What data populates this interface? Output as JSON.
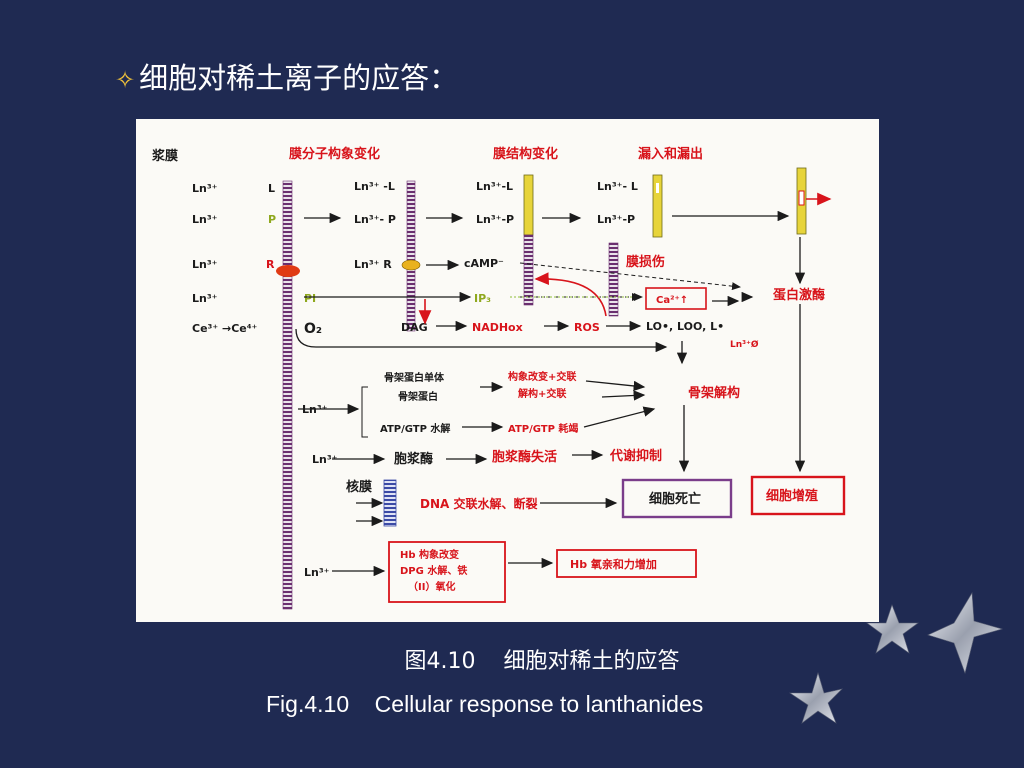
{
  "title": "细胞对稀土离子的应答：",
  "colors": {
    "red": "#d8141b",
    "dark": "#1b1b1b",
    "yellow": "#e7d43a",
    "purple": "#7a3d8a",
    "blue": "#3b4aa5",
    "green": "#8fbf3a"
  },
  "diagram": {
    "headers": {
      "membrane": "浆膜",
      "conformation": "膜分子构象变化",
      "structure": "膜结构变化",
      "leak": "漏入和漏出"
    },
    "ion": "Ln³⁺",
    "col1": {
      "L": "L",
      "P": "P",
      "R": "R",
      "PI": "PI"
    },
    "ce": "Ce³⁺ →Ce⁴⁺",
    "o2": "O₂",
    "col2": {
      "L": "Ln³⁺ -L",
      "P": "Ln³⁺- P",
      "R": "Ln³⁺ R",
      "dag": "DAG"
    },
    "col3": {
      "L": "Ln³⁺-L",
      "P": "Ln³⁺-P",
      "camp": "cAMP⁻",
      "ip3": "IP₃",
      "nadh": "NADHox"
    },
    "col4": {
      "L": "Ln³⁺- L",
      "P": "Ln³⁺-P"
    },
    "ros": "ROS",
    "membrane_damage": "膜损伤",
    "ca": "Ca²⁺↑",
    "protein_kinase": "蛋白激酶",
    "radicals": "LO•, LOO, L•",
    "ln_o": "Ln³⁺Ø",
    "cytoskeleton_monomer": "骨架蛋白单体",
    "cytoskeleton_protein": "骨架蛋白",
    "conformation_crosslink": "构象改变+交联",
    "dissociation_crosslink": "解构+交联",
    "skeleton_disassembly": "骨架解构",
    "atp_hydrolysis": "ATP/GTP 水解",
    "atp_depletion": "ATP/GTP 耗竭",
    "cytoplasmic_enzyme": "胞浆酶",
    "enzyme_inactivation": "胞浆酶失活",
    "metabolic_inhibition": "代谢抑制",
    "nuclear_membrane": "核膜",
    "dna": "DNA 交联水解、断裂",
    "cell_death": "细胞死亡",
    "cell_proliferation": "细胞增殖",
    "hb_lines": [
      "Hb 构象改变",
      "DPG 水解、铁",
      "（II）氧化"
    ],
    "hb_affinity": "Hb 氧亲和力增加"
  },
  "caption_cn": "图4.10    细胞对稀土的应答",
  "caption_en": "Fig.4.10    Cellular response to lanthanides"
}
